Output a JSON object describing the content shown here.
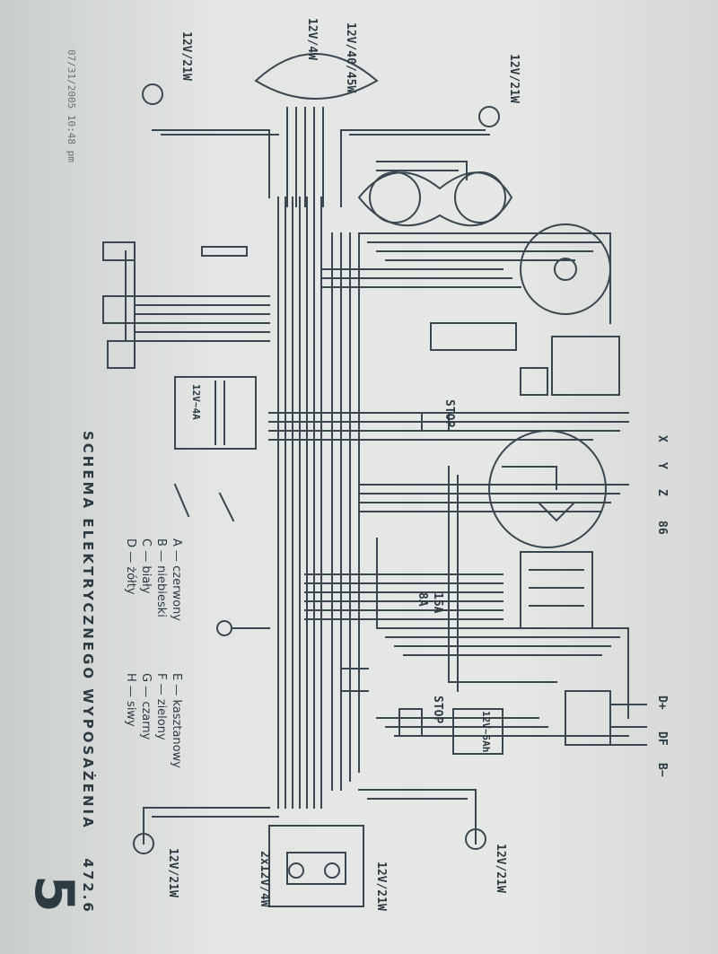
{
  "timestamp": "07/31/2005 10:48 pm",
  "title": "SCHEMA ELEKTRYCZNEGO WYPOSAŻENIA",
  "model": "472.6",
  "page_number": "5",
  "legend": [
    "A — czerwony",
    "E — kasztanowy",
    "B — niebieski",
    "F — zielony",
    "C — biały",
    "G — czarny",
    "D — żółty",
    "H — siwy"
  ],
  "lamps": {
    "front_left": "12V/21W",
    "front_bulb_a": "12V/4W",
    "front_bulb_b": "12V/40/45W",
    "front_right": "12V/21W",
    "rear_left": "12V/21W",
    "rear_plate": "2x12V/4W",
    "rear_right_a": "12V/21W",
    "rear_right_b": "12V/21W"
  },
  "components": {
    "horn": "12V~4A",
    "fuse_a": "15A",
    "fuse_b": "8A",
    "stop_a": "STOP",
    "stop_b": "STOP",
    "battery": "12V~5Ah"
  },
  "terminals": [
    "X",
    "Y",
    "Z",
    "86",
    "D+",
    "DF",
    "B−"
  ],
  "colors": {
    "paper": "#e3e6e4",
    "ink": "#3a4750"
  }
}
